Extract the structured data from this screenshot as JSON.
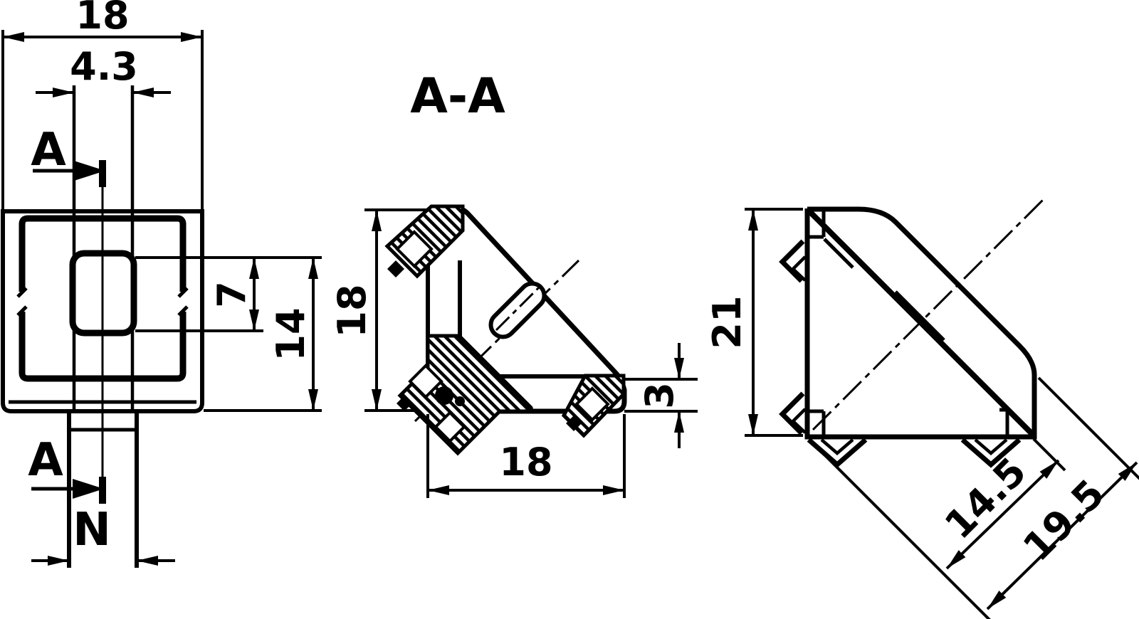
{
  "drawing": {
    "type": "technical-drawing-corner-bracket",
    "section": {
      "title": "A-A",
      "dim_height": "18",
      "dim_width": "18",
      "dim_thickness": "3"
    },
    "front": {
      "dim_width": "18",
      "dim_slot_width": "4.3",
      "cut_label_top": "A",
      "cut_label_bottom": "A",
      "dim_slot_height": "7",
      "dim_height_partial": "14",
      "dim_tab_width": "N"
    },
    "side": {
      "dim_height": "21",
      "dim_diag_inner": "14.5",
      "dim_diag_outer": "19.5"
    },
    "colors": {
      "line": "#000000",
      "background": "#ffffff"
    }
  }
}
